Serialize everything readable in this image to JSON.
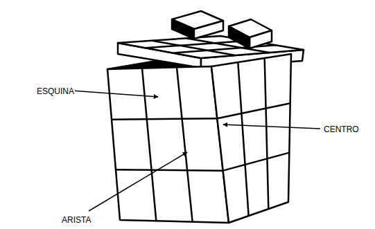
{
  "diagram": {
    "labels": [
      "ESQUINA",
      "CENTRO",
      "ARISTA"
    ]
  }
}
